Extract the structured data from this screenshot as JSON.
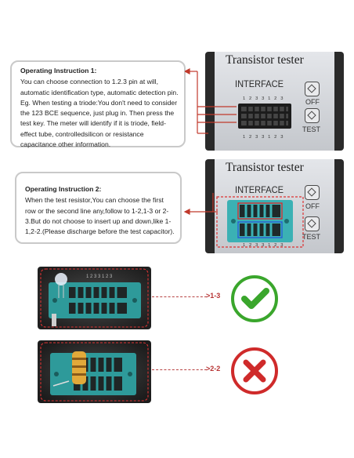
{
  "instruction1": {
    "title": "Operating Instruction 1:",
    "line1": "You can choose connection to 1.2.3 pin at will, automatic identification type, automatic detection pin.",
    "line2": "Eg. When testing a triode:You don't need to consider the 123 BCE sequence, just plug in. Then press the test key. The meter will identify if it is triode, field-effect tube, controlledsilicon or resistance capacitance other information."
  },
  "instruction2": {
    "title": "Operating Instruction 2:",
    "body": "When the test resistor,You can choose the first row or the second line any,follow to 1-2,1-3 or 2-3.But do not choose to insert up and down,like 1-1,2-2.(Please discharge before the test capacitor)."
  },
  "device": {
    "title": "Transistor tester",
    "interface_label": "INTERFACE",
    "off_label": "OFF",
    "test_label": "TEST",
    "pins": "1 2 3 3 1 2 3"
  },
  "examples": [
    {
      "callout": ">1-3",
      "result": "correct",
      "icon": "check-circle-icon"
    },
    {
      "callout": ">2-2",
      "result": "wrong",
      "icon": "x-circle-icon"
    }
  ],
  "colors": {
    "arrow_red": "#c0392b",
    "check_green": "#3aa62c",
    "cross_red": "#cf2a2a",
    "socket_teal": "#2e9a9a"
  }
}
